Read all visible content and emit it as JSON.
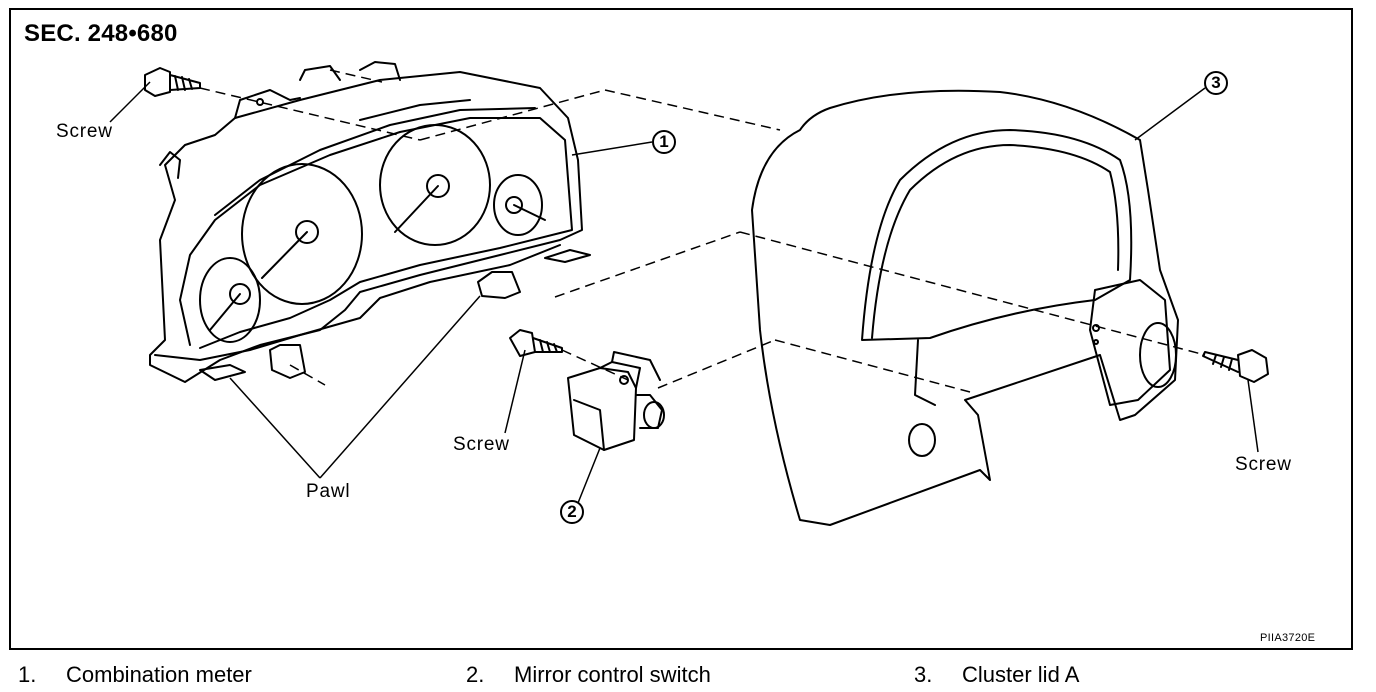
{
  "diagram": {
    "section": "SEC. 248•680",
    "image_code": "PIIA3720E",
    "labels": {
      "screw_left": "Screw",
      "screw_middle": "Screw",
      "screw_right": "Screw",
      "pawl": "Pawl"
    },
    "callouts": [
      "1",
      "2",
      "3"
    ]
  },
  "legend": [
    {
      "number": "1.",
      "name": "Combination meter"
    },
    {
      "number": "2.",
      "name": "Mirror control switch"
    },
    {
      "number": "3.",
      "name": "Cluster lid A"
    }
  ]
}
